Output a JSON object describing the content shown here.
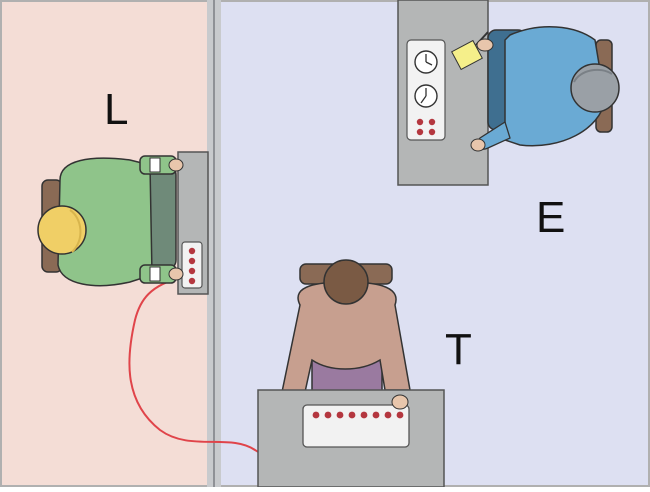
{
  "labels": {
    "learner": "L",
    "experimenter": "E",
    "teacher": "T"
  },
  "colors": {
    "left_room": "#f4ddd6",
    "right_room": "#dde0f2",
    "wall": "#b7b9bd",
    "desk": "#b4b6b6",
    "wire": "#e0444a",
    "button": "#b4373f",
    "learner_shirt": "#8fc48a",
    "teacher_shirt": "#c79f8f",
    "experimenter_shirt": "#6aaad4"
  }
}
